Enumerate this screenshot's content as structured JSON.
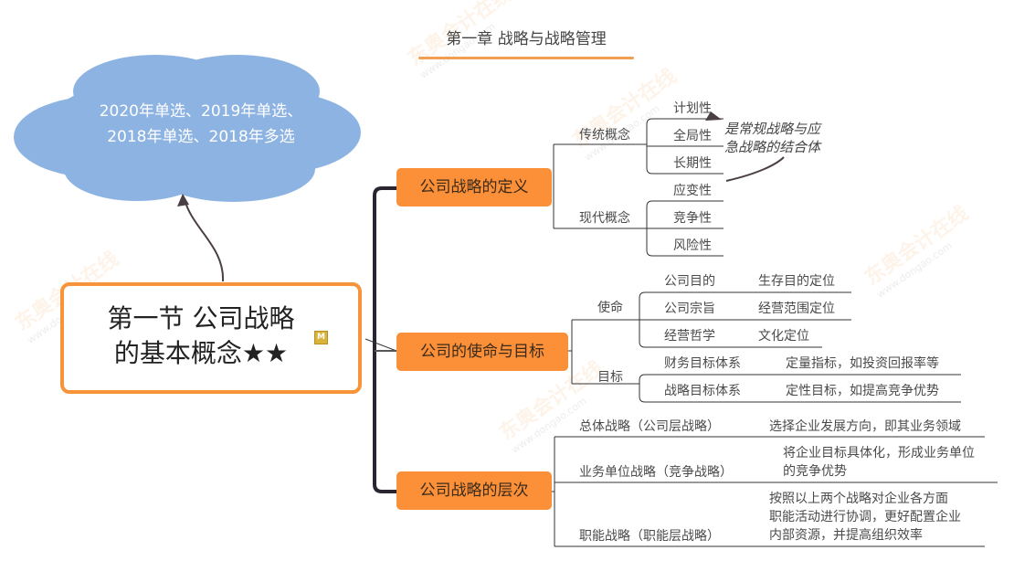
{
  "header": {
    "title": "第一章 战略与战略管理"
  },
  "cloud": {
    "lines": [
      "2020年单选、2019年单选、",
      "2018年单选、2018年多选"
    ],
    "color": "#8db3e2"
  },
  "central_topic": {
    "lines": [
      "第一节 公司战略",
      "的基本概念★★"
    ],
    "marker": "M",
    "border_color": "#f7943a"
  },
  "branches": [
    {
      "label": "公司战略的定义",
      "children": [
        {
          "label": "传统概念",
          "items": [
            "计划性",
            "全局性",
            "长期性"
          ]
        },
        {
          "label": "现代概念",
          "items": [
            "应变性",
            "竞争性",
            "风险性"
          ]
        }
      ],
      "callout": [
        "是常规战略与应",
        "急战略的结合体"
      ]
    },
    {
      "label": "公司的使命与目标",
      "children": [
        {
          "label": "使命",
          "items": [
            {
              "name": "公司目的",
              "desc": "生存目的定位"
            },
            {
              "name": "公司宗旨",
              "desc": "经营范围定位"
            },
            {
              "name": "经营哲学",
              "desc": "文化定位"
            }
          ]
        },
        {
          "label": "目标",
          "items": [
            {
              "name": "财务目标体系",
              "desc": "定量指标，如投资回报率等"
            },
            {
              "name": "战略目标体系",
              "desc": "定性目标，如提高竞争优势"
            }
          ]
        }
      ]
    },
    {
      "label": "公司战略的层次",
      "children": [
        {
          "name": "总体战略（公司层战略）",
          "desc": [
            "选择企业发展方向，即其业务领域"
          ]
        },
        {
          "name": "业务单位战略（竞争战略）",
          "desc": [
            "将企业目标具体化，形成业务单位",
            "的竞争优势"
          ]
        },
        {
          "name": "职能战略（职能层战略）",
          "desc": [
            "按照以上两个战略对企业各方面",
            "职能活动进行协调，更好配置企业",
            "内部资源，并提高组织效率"
          ]
        }
      ]
    }
  ],
  "watermark": {
    "text": "东奥会计在线",
    "url_text": "www.dongao.com"
  },
  "colors": {
    "topic_fill": "#fb9038",
    "line": "#333333"
  }
}
